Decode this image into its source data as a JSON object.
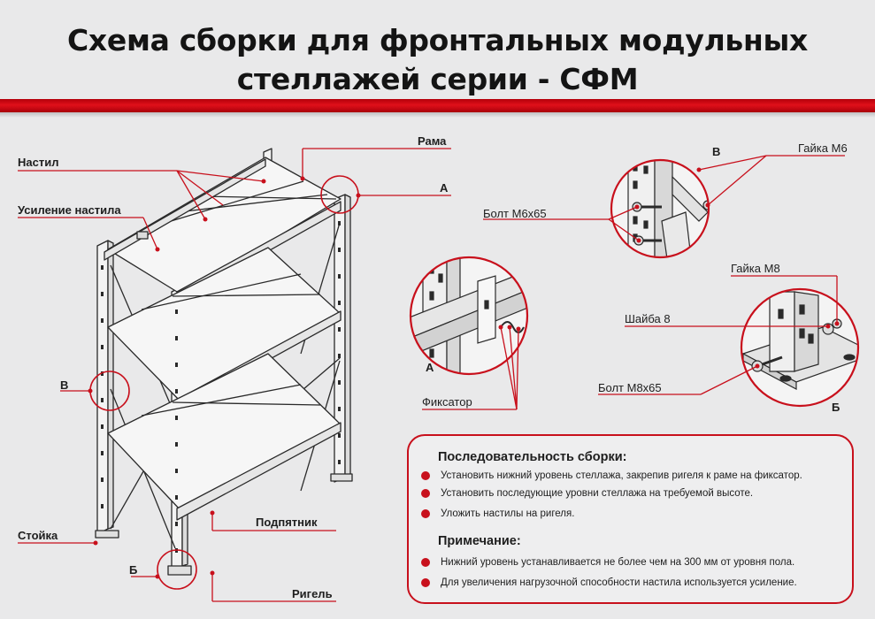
{
  "title": {
    "line1": "Схема сборки для фронтальных модульных",
    "line2": "стеллажей серии - СФМ"
  },
  "labels": {
    "nastil": "Настил",
    "rama": "Рама",
    "a_main": "А",
    "usilenie": "Усиление настила",
    "v_main": "В",
    "podpyatnik": "Подпятник",
    "stoyka": "Стойка",
    "b_main": "Б",
    "rigel": "Ригель",
    "v_detail": "В",
    "gayka_m6": "Гайка М6",
    "bolt_m6": "Болт М6х65",
    "gayka_m8": "Гайка М8",
    "shayba": "Шайба 8",
    "bolt_m8": "Болт М8х65",
    "b_detail": "Б",
    "a_detail": "А",
    "fiksator": "Фиксатор"
  },
  "assembly": {
    "heading": "Последовательность сборки:",
    "steps": [
      "Установить нижний уровень стеллажа, закрепив ригеля к раме на фиксатор.",
      "Установить последующие уровни стеллажа на требуемой высоте.",
      "Уложить настилы на ригеля."
    ]
  },
  "note": {
    "heading": "Примечание:",
    "items": [
      "Нижний уровень устанавливается не более чем на 300 мм от уровня пола.",
      "Для увеличения нагрузочной способности настила используется усиление."
    ]
  },
  "colors": {
    "accent": "#c8101c",
    "line": "#2a2a2a",
    "background": "#e9e9ea"
  }
}
